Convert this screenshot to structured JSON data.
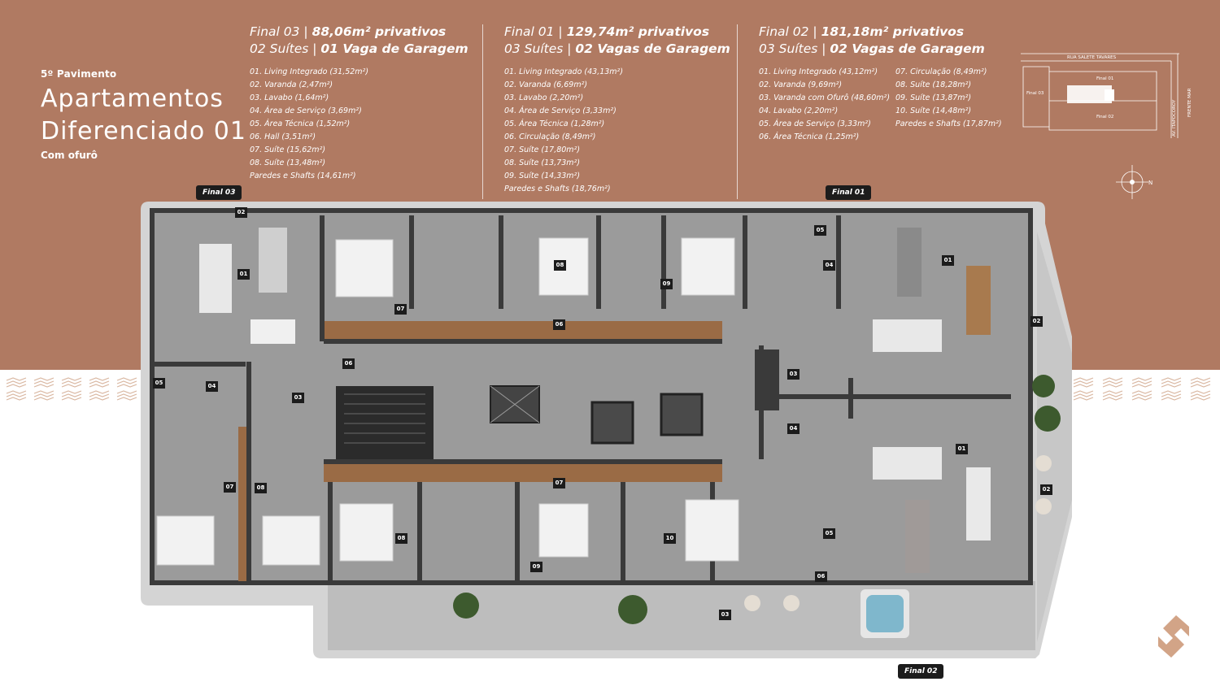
{
  "header": {
    "floor": "5º Pavimento",
    "title_line1": "Apartamentos",
    "title_line2": "Diferenciado 01",
    "subtitle": "Com ofurô"
  },
  "units": [
    {
      "head1_light": "Final 03 | ",
      "head1_bold": "88,06m² privativos",
      "head2_light": "02 Suítes | ",
      "head2_bold": "01 Vaga de Garagem",
      "rooms": [
        "01. Living Integrado (31,52m²)",
        "02. Varanda (2,47m²)",
        "03. Lavabo (1,64m²)",
        "04. Área de Serviço (3,69m²)",
        "05. Área Técnica (1,52m²)",
        "06. Hall (3,51m²)",
        "07. Suíte (15,62m²)",
        "08. Suíte (13,48m²)",
        "Paredes e Shafts (14,61m²)"
      ]
    },
    {
      "head1_light": "Final 01 | ",
      "head1_bold": "129,74m² privativos",
      "head2_light": "03 Suítes | ",
      "head2_bold": "02 Vagas de Garagem",
      "rooms": [
        "01. Living Integrado (43,13m²)",
        "02. Varanda (6,69m²)",
        "03. Lavabo (2,20m²)",
        "04. Área de Serviço (3,33m²)",
        "05. Área Técnica (1,28m²)",
        "06. Circulação (8,49m²)",
        "07. Suíte (17,80m²)",
        "08. Suíte (13,73m²)",
        "09. Suíte (14,33m²)",
        "Paredes e Shafts (18,76m²)"
      ]
    },
    {
      "head1_light": "Final 02 | ",
      "head1_bold": "181,18m² privativos",
      "head2_light": "03 Suítes | ",
      "head2_bold": "02 Vagas de Garagem",
      "rooms": [
        "01. Living Integrado (43,12m²)",
        "02. Varanda (9,69m²)",
        "03. Varanda com Ofurô (48,60m²)",
        "04. Lavabo (2,20m²)",
        "05. Área de Serviço (3,33m²)",
        "06. Área Técnica (1,25m²)"
      ],
      "rooms_col2": [
        "07. Circulação (8,49m²)",
        "08. Suíte (18,28m²)",
        "09. Suíte (13,87m²)",
        "10. Suíte (14,48m²)",
        "Paredes e Shafts (17,87m²)"
      ]
    }
  ],
  "keymap": {
    "street_top": "RUA SALETE TAVARES",
    "street_right": "AV. ITAPOCOROY",
    "sea": "FRENTE MAR",
    "final01": "Final 01",
    "final02": "Final 02",
    "final03": "Final 03"
  },
  "compass": {
    "north": "N"
  },
  "tags": {
    "final03": "Final 03",
    "final01": "Final 01",
    "final02": "Final 02"
  },
  "plan_labels": {
    "a_02": "02",
    "a_01": "01",
    "a_07": "07",
    "a_06": "06",
    "a_05": "05",
    "a_04": "04",
    "a_03": "03",
    "a_07b": "07",
    "a_08": "08",
    "b_08": "08",
    "b_09": "09",
    "b_06": "06",
    "b_05": "05",
    "b_04": "04",
    "b_01": "01",
    "b_02": "02",
    "b_03": "03",
    "b_04b": "04",
    "b_07": "07",
    "c_01": "01",
    "c_02": "02",
    "c_08": "08",
    "c_09": "09",
    "c_10": "10",
    "c_05": "05",
    "c_06": "06",
    "c_03": "03"
  },
  "colors": {
    "band": "#b07a62",
    "plan_floor": "#9b9b9b",
    "wall": "#3a3a3a",
    "wood": "#9a6b45",
    "tag_bg": "#1c1c1c"
  }
}
